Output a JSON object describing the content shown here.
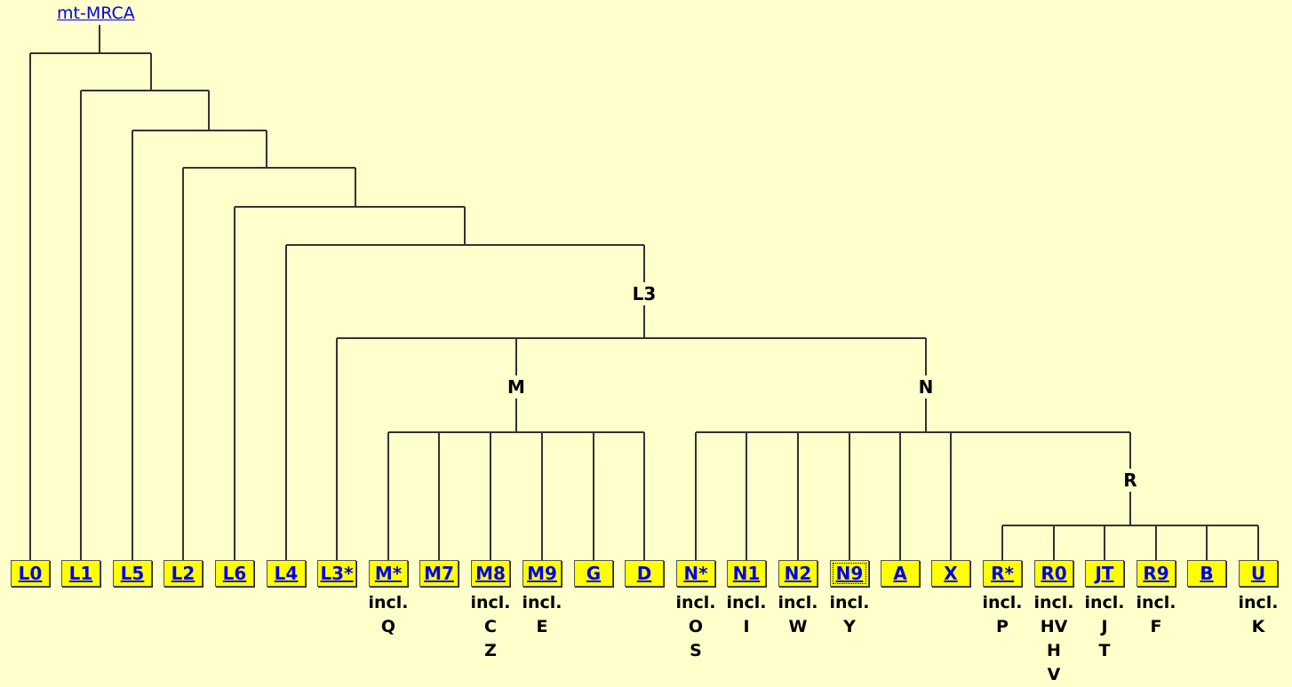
{
  "root": {
    "label": "mt-MRCA"
  },
  "nodes": {
    "L3": "L3",
    "M": "M",
    "N": "N",
    "R": "R"
  },
  "leaves": [
    {
      "label": "L0",
      "note": []
    },
    {
      "label": "L1",
      "note": []
    },
    {
      "label": "L5",
      "note": []
    },
    {
      "label": "L2",
      "note": []
    },
    {
      "label": "L6",
      "note": []
    },
    {
      "label": "L4",
      "note": []
    },
    {
      "label": "L3*",
      "note": []
    },
    {
      "label": "M*",
      "note": [
        "incl.",
        "Q"
      ]
    },
    {
      "label": "M7",
      "note": []
    },
    {
      "label": "M8",
      "note": [
        "incl.",
        "C",
        "Z"
      ]
    },
    {
      "label": "M9",
      "note": [
        "incl.",
        "E"
      ]
    },
    {
      "label": "G",
      "note": []
    },
    {
      "label": "D",
      "note": []
    },
    {
      "label": "N*",
      "note": [
        "incl.",
        "O",
        "S"
      ]
    },
    {
      "label": "N1",
      "note": [
        "incl.",
        "I"
      ]
    },
    {
      "label": "N2",
      "note": [
        "incl.",
        "W"
      ]
    },
    {
      "label": "N9",
      "note": [
        "incl.",
        "Y"
      ]
    },
    {
      "label": "A",
      "note": []
    },
    {
      "label": "X",
      "note": []
    },
    {
      "label": "R*",
      "note": [
        "incl.",
        "P"
      ]
    },
    {
      "label": "R0",
      "note": [
        "incl.",
        "HV",
        "H",
        "V"
      ]
    },
    {
      "label": "JT",
      "note": [
        "incl.",
        "J",
        "T"
      ]
    },
    {
      "label": "R9",
      "note": [
        "incl.",
        "F"
      ]
    },
    {
      "label": "B",
      "note": []
    },
    {
      "label": "U",
      "note": [
        "incl.",
        "K"
      ]
    }
  ],
  "colors": {
    "background": "#ffffcc",
    "box": "#ffff00",
    "link": "#0000ee",
    "line": "#333333"
  }
}
